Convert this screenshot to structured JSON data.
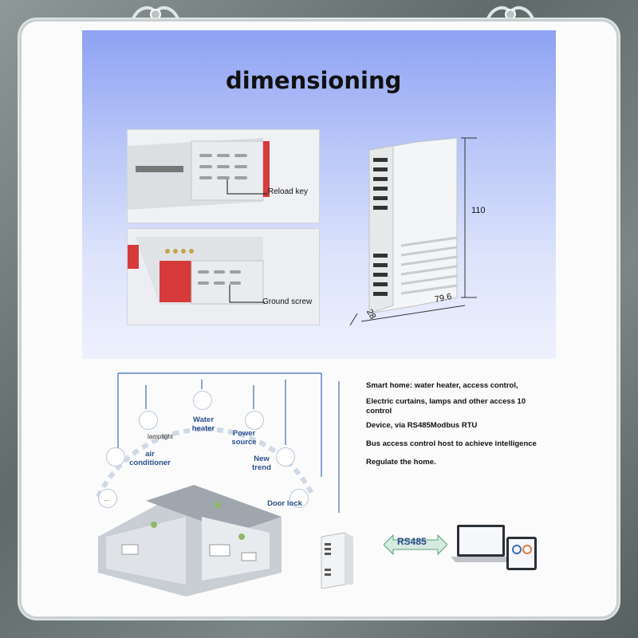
{
  "top": {
    "title": "dimensioning",
    "photo1_label": "Reload key",
    "photo2_label": "Ground screw",
    "dim_height": "110",
    "dim_width": "79.6",
    "dim_depth": "28"
  },
  "bottom": {
    "features": [
      "Smart home: water heater, access control,",
      "Electric curtains, lamps and other access 10 control",
      "Device, via RS485Modbus RTU",
      "Bus access control host to achieve intelligence",
      "Regulate the home."
    ],
    "nodes": {
      "lamplight": "lamplight",
      "water_heater": "Water heater",
      "power_source": "Power source",
      "air_conditioner": "air conditioner",
      "new_trend": "New trend",
      "door_lock": "Door lock",
      "more": "..."
    },
    "rs485": "RS485"
  },
  "icons": [
    "lamp-icon",
    "water-heater-icon",
    "power-icon",
    "air-conditioner-icon",
    "trend-icon",
    "door-lock-icon",
    "more-icon"
  ],
  "colors": {
    "accent": "#3b6db3",
    "panel_top": "#8ea2f3",
    "relay_red": "#d63a3a"
  }
}
